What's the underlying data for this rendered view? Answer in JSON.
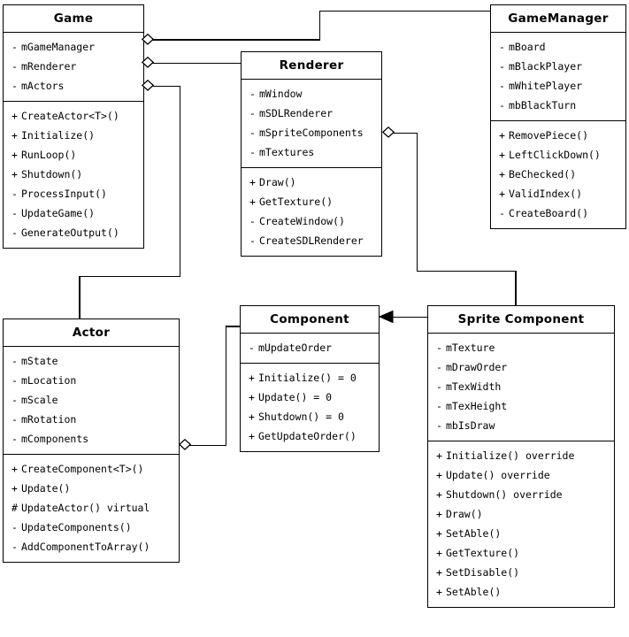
{
  "diagram": {
    "kind": "uml-class-diagram",
    "background": "#ffffff",
    "line_color": "#000000",
    "classes": [
      {
        "id": "game",
        "name": "Game",
        "attributes": [
          {
            "visibility": "-",
            "text": "mGameManager"
          },
          {
            "visibility": "-",
            "text": "mRenderer"
          },
          {
            "visibility": "-",
            "text": "mActors"
          }
        ],
        "operations": [
          {
            "visibility": "+",
            "text": "CreateActor<T>()"
          },
          {
            "visibility": "+",
            "text": "Initialize()"
          },
          {
            "visibility": "+",
            "text": "RunLoop()"
          },
          {
            "visibility": "+",
            "text": "Shutdown()"
          },
          {
            "visibility": "-",
            "text": "ProcessInput()"
          },
          {
            "visibility": "-",
            "text": "UpdateGame()"
          },
          {
            "visibility": "-",
            "text": "GenerateOutput()"
          }
        ]
      },
      {
        "id": "gamemanager",
        "name": "GameManager",
        "attributes": [
          {
            "visibility": "-",
            "text": "mBoard"
          },
          {
            "visibility": "-",
            "text": "mBlackPlayer"
          },
          {
            "visibility": "-",
            "text": "mWhitePlayer"
          },
          {
            "visibility": "-",
            "text": "mbBlackTurn"
          }
        ],
        "operations": [
          {
            "visibility": "+",
            "text": "RemovePiece()"
          },
          {
            "visibility": "+",
            "text": "LeftClickDown()"
          },
          {
            "visibility": "+",
            "text": "BeChecked()"
          },
          {
            "visibility": "+",
            "text": "ValidIndex()"
          },
          {
            "visibility": "-",
            "text": "CreateBoard()"
          }
        ]
      },
      {
        "id": "renderer",
        "name": "Renderer",
        "attributes": [
          {
            "visibility": "-",
            "text": "mWindow"
          },
          {
            "visibility": "-",
            "text": "mSDLRenderer"
          },
          {
            "visibility": "-",
            "text": "mSpriteComponents"
          },
          {
            "visibility": "-",
            "text": "mTextures"
          }
        ],
        "operations": [
          {
            "visibility": "+",
            "text": "Draw()"
          },
          {
            "visibility": "+",
            "text": "GetTexture()"
          },
          {
            "visibility": "-",
            "text": "CreateWindow()"
          },
          {
            "visibility": "-",
            "text": "CreateSDLRenderer"
          }
        ]
      },
      {
        "id": "actor",
        "name": "Actor",
        "attributes": [
          {
            "visibility": "-",
            "text": "mState"
          },
          {
            "visibility": "-",
            "text": "mLocation"
          },
          {
            "visibility": "-",
            "text": "mScale"
          },
          {
            "visibility": "-",
            "text": "mRotation"
          },
          {
            "visibility": "-",
            "text": "mComponents"
          }
        ],
        "operations": [
          {
            "visibility": "+",
            "text": "CreateComponent<T>()"
          },
          {
            "visibility": "+",
            "text": "Update()"
          },
          {
            "visibility": "#",
            "text": "UpdateActor() virtual"
          },
          {
            "visibility": "-",
            "text": "UpdateComponents()"
          },
          {
            "visibility": "-",
            "text": "AddComponentToArray()"
          }
        ]
      },
      {
        "id": "component",
        "name": "Component",
        "attributes": [
          {
            "visibility": "-",
            "text": "mUpdateOrder"
          }
        ],
        "operations": [
          {
            "visibility": "+",
            "text": "Initialize() = 0"
          },
          {
            "visibility": "+",
            "text": "Update() = 0"
          },
          {
            "visibility": "+",
            "text": "Shutdown() = 0"
          },
          {
            "visibility": "+",
            "text": "GetUpdateOrder()"
          }
        ]
      },
      {
        "id": "spritecomponent",
        "name": "Sprite Component",
        "attributes": [
          {
            "visibility": "-",
            "text": "mTexture"
          },
          {
            "visibility": "-",
            "text": "mDrawOrder"
          },
          {
            "visibility": "-",
            "text": "mTexWidth"
          },
          {
            "visibility": "-",
            "text": "mTexHeight"
          },
          {
            "visibility": "-",
            "text": "mbIsDraw"
          }
        ],
        "operations": [
          {
            "visibility": "+",
            "text": "Initialize() override"
          },
          {
            "visibility": "+",
            "text": "Update() override"
          },
          {
            "visibility": "+",
            "text": "Shutdown() override"
          },
          {
            "visibility": "+",
            "text": "Draw()"
          },
          {
            "visibility": "+",
            "text": "SetAble()"
          },
          {
            "visibility": "+",
            "text": "GetTexture()"
          },
          {
            "visibility": "+",
            "text": "SetDisable()"
          },
          {
            "visibility": "+",
            "text": "SetAble()"
          }
        ]
      }
    ],
    "relationships": [
      {
        "id": "game-gamemanager",
        "type": "aggregation",
        "from": "game",
        "to": "gamemanager",
        "from_member": "mGameManager"
      },
      {
        "id": "game-renderer",
        "type": "aggregation",
        "from": "game",
        "to": "renderer",
        "from_member": "mRenderer"
      },
      {
        "id": "game-actor",
        "type": "aggregation",
        "from": "game",
        "to": "actor",
        "from_member": "mActors"
      },
      {
        "id": "renderer-spritecomponent",
        "type": "aggregation",
        "from": "renderer",
        "to": "spritecomponent",
        "from_member": "mSpriteComponents"
      },
      {
        "id": "actor-component",
        "type": "aggregation",
        "from": "actor",
        "to": "component",
        "from_member": "mComponents"
      },
      {
        "id": "spritecomponent-component",
        "type": "inheritance",
        "from": "spritecomponent",
        "to": "component"
      }
    ]
  }
}
